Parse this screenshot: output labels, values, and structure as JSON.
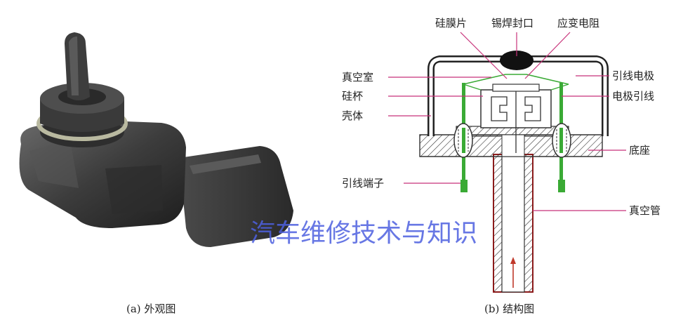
{
  "captions": {
    "left": "(a) 外观图",
    "right": "(b) 结构图"
  },
  "labels": {
    "silicon_diaphragm": "硅膜片",
    "tin_solder_seal": "锡焊封口",
    "strain_resistor": "应变电阻",
    "vacuum_chamber": "真空室",
    "silicon_cup": "硅杯",
    "housing": "壳体",
    "lead_electrode": "引线电极",
    "electrode_lead": "电极引线",
    "base": "底座",
    "lead_terminal": "引线端子",
    "vacuum_tube": "真空管"
  },
  "watermark": "汽车维修技术与知识",
  "colors": {
    "leader_line": "#c8327a",
    "housing_outline": "#8b1a1a",
    "lead_wire": "#3aaa35",
    "hatch": "#333333",
    "watermark": "#4d60e0"
  }
}
